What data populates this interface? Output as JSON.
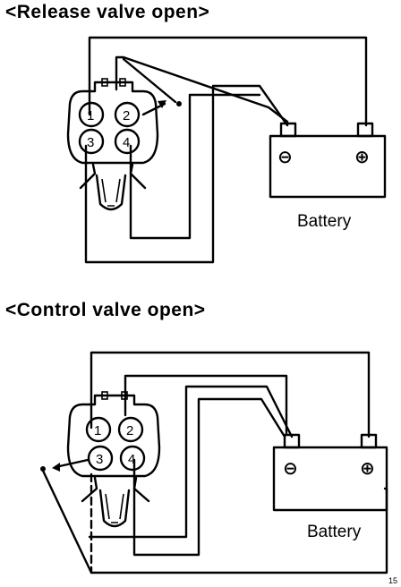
{
  "diagram1": {
    "title": "<Release valve open>",
    "pins": [
      "1",
      "2",
      "3",
      "4"
    ],
    "battery_label": "Battery",
    "negative_sign": "⊖",
    "positive_sign": "⊕"
  },
  "diagram2": {
    "title": "<Control valve open>",
    "pins": [
      "1",
      "2",
      "3",
      "4"
    ],
    "battery_label": "Battery",
    "negative_sign": "⊖",
    "positive_sign": "⊕"
  },
  "corner_mark": "15"
}
